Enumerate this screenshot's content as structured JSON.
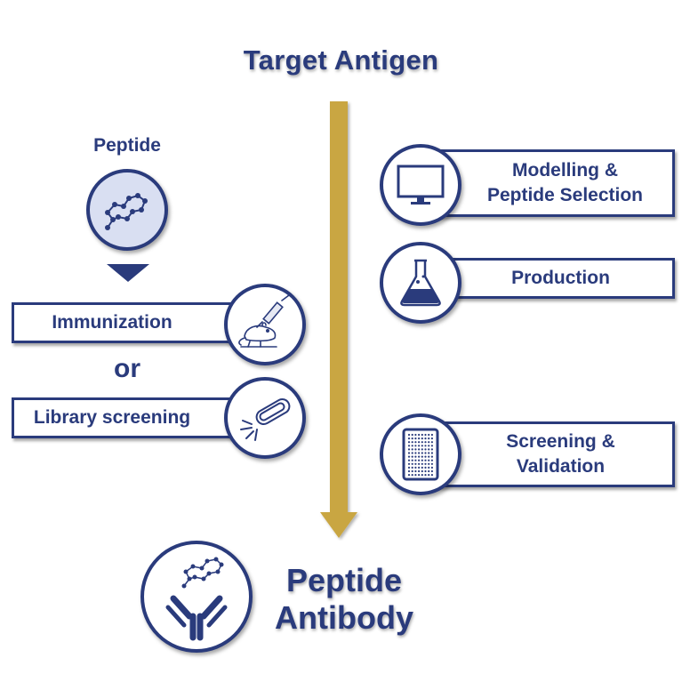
{
  "title": "Target Antigen",
  "left": {
    "peptide_label": "Peptide",
    "immunization": "Immunization",
    "or": "or",
    "library_screening": "Library screening"
  },
  "right": {
    "step1": "Modelling & Peptide Selection",
    "step2": "Production",
    "step3": "Screening & Validation"
  },
  "result": {
    "line1": "Peptide",
    "line2": "Antibody"
  },
  "colors": {
    "primary": "#2a3b7c",
    "arrow": "#c9a642",
    "peptide_circle_fill": "#d9dff2"
  },
  "icons": [
    "peptide-chain-icon",
    "triangle-down-icon",
    "mouse-syringe-icon",
    "phage-icon",
    "monitor-icon",
    "flask-icon",
    "microplate-icon",
    "antibody-icon"
  ]
}
